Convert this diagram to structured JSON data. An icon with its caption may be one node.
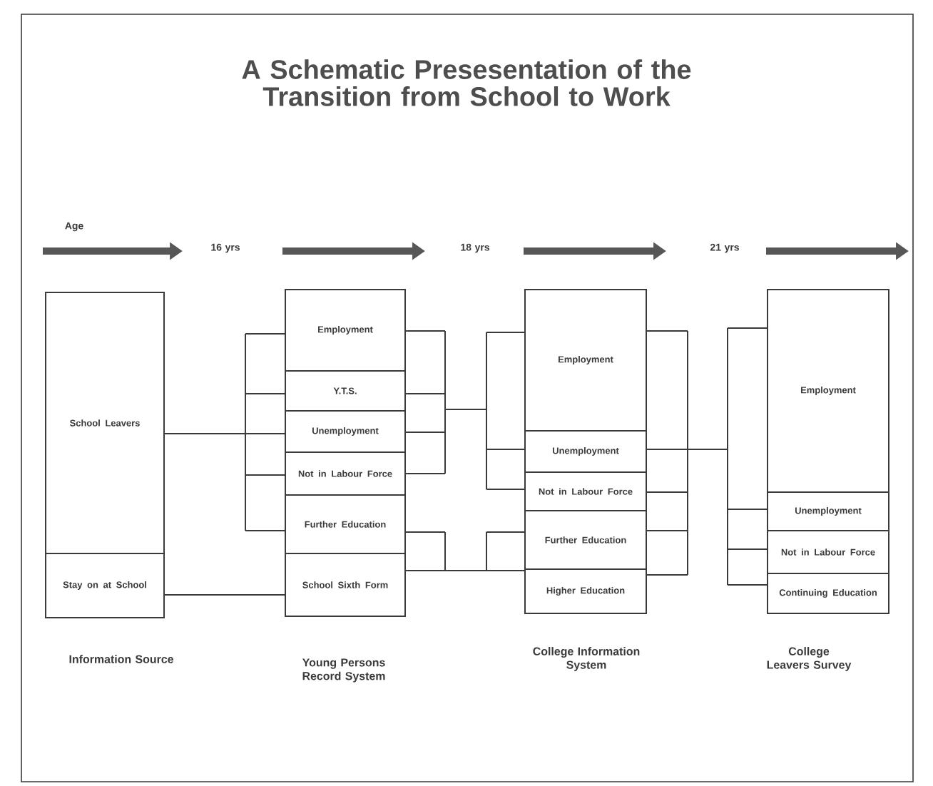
{
  "diagram": {
    "title": "A Schematic Presesentation of the Transition from School to Work",
    "nodes": [
      {
        "text": [
          "School Leavers"
        ]
      },
      {
        "text": [
          "Stay on at School"
        ]
      },
      {
        "text": [
          "Employment"
        ]
      },
      {
        "text": [
          "Y.T.S."
        ]
      },
      {
        "text": [
          "Unemployment"
        ]
      },
      {
        "text": [
          "Not in Labour Force"
        ]
      },
      {
        "text": [
          "Further Education"
        ]
      },
      {
        "text": [
          "School Sixth Form"
        ]
      },
      {
        "text": [
          "Employment"
        ]
      },
      {
        "text": [
          "Unemployment"
        ]
      },
      {
        "text": [
          "Not in Labour Force"
        ]
      },
      {
        "text": [
          "Further Education"
        ]
      },
      {
        "text": [
          "Higher Education"
        ]
      },
      {
        "text": [
          "Employment"
        ]
      },
      {
        "text": [
          "Unemployment"
        ]
      },
      {
        "text": [
          "Not in Labour Force"
        ]
      },
      {
        "text": [
          "Continuing Education"
        ]
      }
    ],
    "edges": [
      {
        "from": 0,
        "to": 2,
        "arrow": "none"
      },
      {
        "from": 0,
        "to": 3,
        "arrow": "none"
      },
      {
        "from": 0,
        "to": 4,
        "arrow": "none"
      },
      {
        "from": 0,
        "to": 5,
        "arrow": "none"
      },
      {
        "from": 0,
        "to": 6,
        "arrow": "none"
      },
      {
        "from": 1,
        "to": 7,
        "arrow": "none"
      },
      {
        "from": 2,
        "to": 8,
        "arrow": "none"
      },
      {
        "from": 2,
        "to": 9,
        "arrow": "none"
      },
      {
        "from": 2,
        "to": 10,
        "arrow": "none"
      },
      {
        "from": 3,
        "to": 8,
        "arrow": "none"
      },
      {
        "from": 3,
        "to": 9,
        "arrow": "none"
      },
      {
        "from": 3,
        "to": 10,
        "arrow": "none"
      },
      {
        "from": 4,
        "to": 8,
        "arrow": "none"
      },
      {
        "from": 4,
        "to": 9,
        "arrow": "none"
      },
      {
        "from": 4,
        "to": 10,
        "arrow": "none"
      },
      {
        "from": 5,
        "to": 8,
        "arrow": "none"
      },
      {
        "from": 5,
        "to": 9,
        "arrow": "none"
      },
      {
        "from": 5,
        "to": 10,
        "arrow": "none"
      },
      {
        "from": 6,
        "to": 11,
        "arrow": "none"
      },
      {
        "from": 6,
        "to": 12,
        "arrow": "none"
      },
      {
        "from": 7,
        "to": 11,
        "arrow": "none"
      },
      {
        "from": 7,
        "to": 12,
        "arrow": "none"
      },
      {
        "from": 8,
        "to": 13,
        "arrow": "none"
      },
      {
        "from": 8,
        "to": 14,
        "arrow": "none"
      },
      {
        "from": 8,
        "to": 15,
        "arrow": "none"
      },
      {
        "from": 8,
        "to": 16,
        "arrow": "none"
      },
      {
        "from": 9,
        "to": 13,
        "arrow": "none"
      },
      {
        "from": 9,
        "to": 14,
        "arrow": "none"
      },
      {
        "from": 9,
        "to": 15,
        "arrow": "none"
      },
      {
        "from": 9,
        "to": 16,
        "arrow": "none"
      },
      {
        "from": 10,
        "to": 13,
        "arrow": "none"
      },
      {
        "from": 10,
        "to": 14,
        "arrow": "none"
      },
      {
        "from": 10,
        "to": 15,
        "arrow": "none"
      },
      {
        "from": 10,
        "to": 16,
        "arrow": "none"
      },
      {
        "from": 11,
        "to": 13,
        "arrow": "none"
      },
      {
        "from": 11,
        "to": 14,
        "arrow": "none"
      },
      {
        "from": 11,
        "to": 15,
        "arrow": "none"
      },
      {
        "from": 11,
        "to": 16,
        "arrow": "none"
      },
      {
        "from": 12,
        "to": 13,
        "arrow": "none"
      },
      {
        "from": 12,
        "to": 14,
        "arrow": "none"
      },
      {
        "from": 12,
        "to": 15,
        "arrow": "none"
      },
      {
        "from": 12,
        "to": 16,
        "arrow": "none"
      }
    ],
    "labels": [
      "Age",
      "16 yrs",
      "18 yrs",
      "21 yrs",
      "Information Source",
      "Young Persons Record System",
      "College Information System",
      "College Leavers Survey"
    ]
  }
}
